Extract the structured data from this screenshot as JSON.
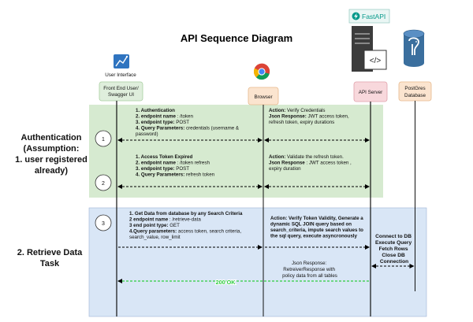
{
  "title": "API Sequence Diagram",
  "colors": {
    "auth_band": "#d6ead0",
    "data_band": "#d9e6f6",
    "actor_fill": "#dfeedc",
    "api_server_fill": "#f8d8dc",
    "postgres_fill": "#fbe4cf",
    "ok_green": "#2ecc40",
    "fastapi_teal": "#05998b",
    "postgres_blue": "#3b6f9e"
  },
  "actors": {
    "ui": {
      "icon_label": "User Interface",
      "box_label_1": "Front End User/",
      "box_label_2": "Swagger UI"
    },
    "browser": {
      "label": "Browser"
    },
    "api": {
      "label": "API Server",
      "badge": "FastAPI",
      "code_glyph": "</>"
    },
    "db": {
      "label_1": "PostGres",
      "label_2": "Database"
    }
  },
  "sections": {
    "auth": {
      "line1": "Authentication",
      "line2": "(Assumption:",
      "line3": "1. user registered",
      "line4": "already)"
    },
    "retrieve": {
      "line1": "2. Retrieve Data",
      "line2": "Task"
    }
  },
  "steps": [
    {
      "number": "1",
      "req": [
        {
          "k": "1. Authentication",
          "v": ""
        },
        {
          "k": "2. endpoint name ",
          "v": ": /token"
        },
        {
          "k": "3. endpoint type:",
          "v": " POST"
        },
        {
          "k": "4. Query Parameters:",
          "v": " credentials (username &"
        },
        {
          "k": "",
          "v": "password)"
        }
      ],
      "resp": [
        {
          "k": "Action:",
          "v": " Verify Credentials"
        },
        {
          "k": "Json Response:",
          "v": " JWT access token,"
        },
        {
          "k": "",
          "v": "refresh token, expiry durations"
        }
      ]
    },
    {
      "number": "2",
      "req": [
        {
          "k": "1. Access Token Expired",
          "v": ""
        },
        {
          "k": "2. endpoint name ",
          "v": ": /token refresh"
        },
        {
          "k": "3. endpoint type:",
          "v": " POST"
        },
        {
          "k": "4. Query Parameters:",
          "v": " refresh token"
        }
      ],
      "resp": [
        {
          "k": "Action:",
          "v": " Validate the refresh token."
        },
        {
          "k": "Json Response",
          "v": " : JWT access token ,"
        },
        {
          "k": "",
          "v": "expiry duration"
        }
      ]
    },
    {
      "number": "3",
      "req": [
        {
          "k": "1. Get Data from database by any Search Criteria",
          "v": ""
        },
        {
          "k": "2 endpoint name ",
          "v": ": /retrieve-data"
        },
        {
          "k": "3 end point type:",
          "v": " GET"
        },
        {
          "k": "4.Query parameters:",
          "v": " access token, search criteria,"
        },
        {
          "k": "",
          "v": "search_value, row_limit"
        }
      ],
      "resp": [
        {
          "k": "Action: Verify Token Validity, Generate a",
          "v": ""
        },
        {
          "k": "dynamic SQL JOIN query based on",
          "v": ""
        },
        {
          "k": "search_criteria, impute search values to",
          "v": ""
        },
        {
          "k": "the sql query, execute asyncronously",
          "v": ""
        }
      ]
    }
  ],
  "db_note": [
    "Connect to DB",
    "Execute Query",
    "Fetch Rows",
    "Close DB",
    "Connection"
  ],
  "final_response": [
    "Json Response:",
    "RetreiverResponse with",
    "policy data from all tables"
  ],
  "ok_label": "200 OK"
}
